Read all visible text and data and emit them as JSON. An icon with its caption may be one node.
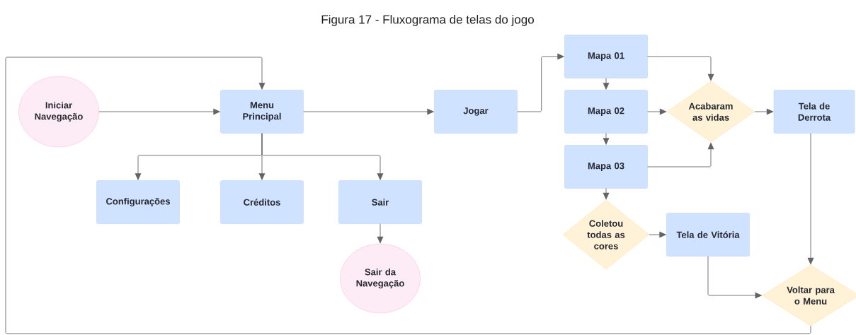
{
  "diagram": {
    "title": "Figura 17 - Fluxograma de telas do jogo",
    "nodes": [
      {
        "text": [
          "Iniciar Navegação"
        ]
      },
      {
        "text": [
          "Menu Principal"
        ]
      },
      {
        "text": [
          "Jogar"
        ]
      },
      {
        "text": [
          "Configurações"
        ]
      },
      {
        "text": [
          "Créditos"
        ]
      },
      {
        "text": [
          "Sair"
        ]
      },
      {
        "text": [
          "Sair da Navegação"
        ]
      },
      {
        "text": [
          "Mapa 01"
        ]
      },
      {
        "text": [
          "Mapa 02"
        ]
      },
      {
        "text": [
          "Mapa 03"
        ]
      },
      {
        "text": [
          "Acabaram as vidas"
        ]
      },
      {
        "text": [
          "Tela de Derrota"
        ]
      },
      {
        "text": [
          "Coletou todas as cores"
        ]
      },
      {
        "text": [
          "Tela de Vitória"
        ]
      },
      {
        "text": [
          "Voltar para o Menu"
        ]
      }
    ],
    "edges": [
      {
        "from": 0,
        "to": 1,
        "arrow": "to"
      },
      {
        "from": 1,
        "to": 2,
        "arrow": "to"
      },
      {
        "from": 1,
        "to": 3,
        "arrow": "to"
      },
      {
        "from": 1,
        "to": 4,
        "arrow": "to"
      },
      {
        "from": 1,
        "to": 5,
        "arrow": "to"
      },
      {
        "from": 5,
        "to": 6,
        "arrow": "to"
      },
      {
        "from": 2,
        "to": 7,
        "arrow": "to"
      },
      {
        "from": 7,
        "to": 8,
        "arrow": "to"
      },
      {
        "from": 8,
        "to": 9,
        "arrow": "to"
      },
      {
        "from": 7,
        "to": 10,
        "arrow": "to"
      },
      {
        "from": 8,
        "to": 10,
        "arrow": "to"
      },
      {
        "from": 9,
        "to": 10,
        "arrow": "to"
      },
      {
        "from": 10,
        "to": 11,
        "arrow": "to"
      },
      {
        "from": 9,
        "to": 12,
        "arrow": "to"
      },
      {
        "from": 12,
        "to": 13,
        "arrow": "to"
      },
      {
        "from": 11,
        "to": 14,
        "arrow": "to"
      },
      {
        "from": 13,
        "to": 14,
        "arrow": "to"
      },
      {
        "from": 14,
        "to": 1,
        "arrow": "to"
      }
    ]
  }
}
